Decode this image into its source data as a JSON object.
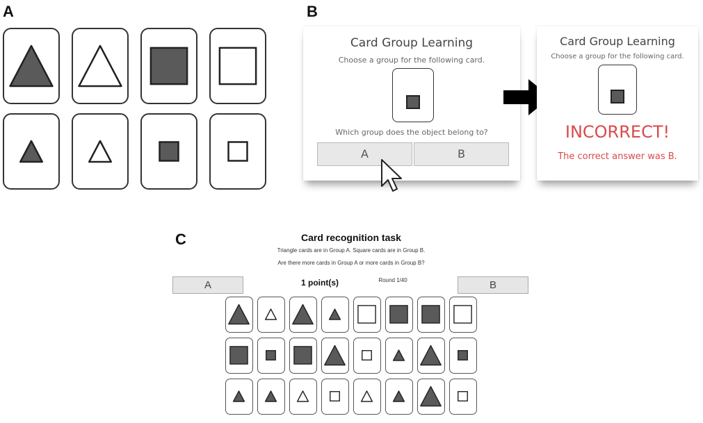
{
  "panel_labels": {
    "a": "A",
    "b": "B",
    "c": "C"
  },
  "panel_a": {
    "cards": [
      {
        "shape": "triangle",
        "fill": "filled",
        "size": "large"
      },
      {
        "shape": "triangle",
        "fill": "empty",
        "size": "large"
      },
      {
        "shape": "square",
        "fill": "filled",
        "size": "large"
      },
      {
        "shape": "square",
        "fill": "empty",
        "size": "large"
      },
      {
        "shape": "triangle",
        "fill": "filled",
        "size": "small"
      },
      {
        "shape": "triangle",
        "fill": "empty",
        "size": "small"
      },
      {
        "shape": "square",
        "fill": "filled",
        "size": "small"
      },
      {
        "shape": "square",
        "fill": "empty",
        "size": "small"
      }
    ]
  },
  "panel_b": {
    "left_screen": {
      "title": "Card Group Learning",
      "subtitle": "Choose a group for the following card.",
      "question": "Which group does the object belong to?",
      "button_a": "A",
      "button_b": "B",
      "card": {
        "shape": "square",
        "fill": "filled",
        "size": "small"
      }
    },
    "right_screen": {
      "title": "Card Group Learning",
      "subtitle": "Choose a group for the following card.",
      "feedback": "INCORRECT!",
      "correct_answer": "The correct answer was B.",
      "card": {
        "shape": "square",
        "fill": "filled",
        "size": "small"
      }
    },
    "icons": [
      "arrow-right-icon",
      "cursor-icon"
    ]
  },
  "panel_c": {
    "title": "Card recognition task",
    "line1": "Triangle cards are in Group A. Square cards are in Group B.",
    "line2": "Are there more cards in Group A or more cards in Group B?",
    "button_a": "A",
    "button_b": "B",
    "points": "1 point(s)",
    "round": "Round 1/40",
    "grid": [
      [
        {
          "shape": "triangle",
          "fill": "filled",
          "size": "large"
        },
        {
          "shape": "triangle",
          "fill": "empty",
          "size": "small"
        },
        {
          "shape": "triangle",
          "fill": "filled",
          "size": "large"
        },
        {
          "shape": "triangle",
          "fill": "filled",
          "size": "small"
        },
        {
          "shape": "square",
          "fill": "empty",
          "size": "large"
        },
        {
          "shape": "square",
          "fill": "filled",
          "size": "large"
        },
        {
          "shape": "square",
          "fill": "filled",
          "size": "large"
        },
        {
          "shape": "square",
          "fill": "empty",
          "size": "large"
        }
      ],
      [
        {
          "shape": "square",
          "fill": "filled",
          "size": "large"
        },
        {
          "shape": "square",
          "fill": "filled",
          "size": "small"
        },
        {
          "shape": "square",
          "fill": "filled",
          "size": "large"
        },
        {
          "shape": "triangle",
          "fill": "filled",
          "size": "large"
        },
        {
          "shape": "square",
          "fill": "empty",
          "size": "small"
        },
        {
          "shape": "triangle",
          "fill": "filled",
          "size": "small"
        },
        {
          "shape": "triangle",
          "fill": "filled",
          "size": "large"
        },
        {
          "shape": "square",
          "fill": "filled",
          "size": "small"
        }
      ],
      [
        {
          "shape": "triangle",
          "fill": "filled",
          "size": "small"
        },
        {
          "shape": "triangle",
          "fill": "filled",
          "size": "small"
        },
        {
          "shape": "triangle",
          "fill": "empty",
          "size": "small"
        },
        {
          "shape": "square",
          "fill": "empty",
          "size": "small"
        },
        {
          "shape": "triangle",
          "fill": "empty",
          "size": "small"
        },
        {
          "shape": "triangle",
          "fill": "filled",
          "size": "small"
        },
        {
          "shape": "triangle",
          "fill": "filled",
          "size": "large"
        },
        {
          "shape": "square",
          "fill": "empty",
          "size": "small"
        }
      ]
    ]
  },
  "colors": {
    "fill": "#5a5a5a",
    "stroke": "#222222",
    "error": "#d94a4a",
    "button": "#e8e8e8"
  }
}
